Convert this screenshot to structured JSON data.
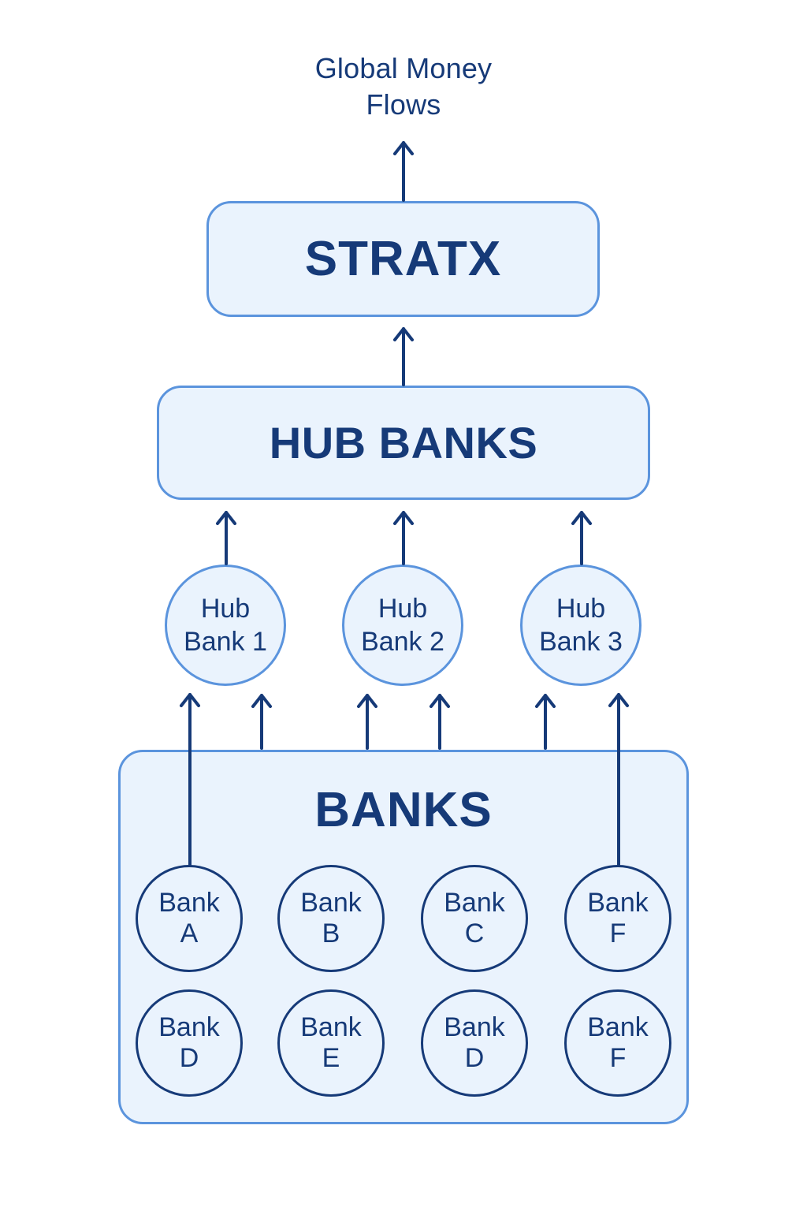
{
  "title": {
    "line1": "Global Money",
    "line2": "Flows"
  },
  "top_node": {
    "label": "STRATX"
  },
  "hub_banks_node": {
    "label": "HUB BANKS"
  },
  "hub_bank_nodes": [
    {
      "line1": "Hub",
      "line2": "Bank 1"
    },
    {
      "line1": "Hub",
      "line2": "Bank 2"
    },
    {
      "line1": "Hub",
      "line2": "Bank 3"
    }
  ],
  "banks_group": {
    "label": "BANKS"
  },
  "bank_nodes": {
    "row1": [
      {
        "line1": "Bank",
        "line2": "A"
      },
      {
        "line1": "Bank",
        "line2": "B"
      },
      {
        "line1": "Bank",
        "line2": "C"
      },
      {
        "line1": "Bank",
        "line2": "F"
      }
    ],
    "row2": [
      {
        "line1": "Bank",
        "line2": "D"
      },
      {
        "line1": "Bank",
        "line2": "E"
      },
      {
        "line1": "Bank",
        "line2": "D"
      },
      {
        "line1": "Bank",
        "line2": "F"
      }
    ]
  },
  "colors": {
    "dark_blue": "#163a78",
    "mid_blue": "#5b94dd",
    "light_fill": "#eaf3fd"
  }
}
